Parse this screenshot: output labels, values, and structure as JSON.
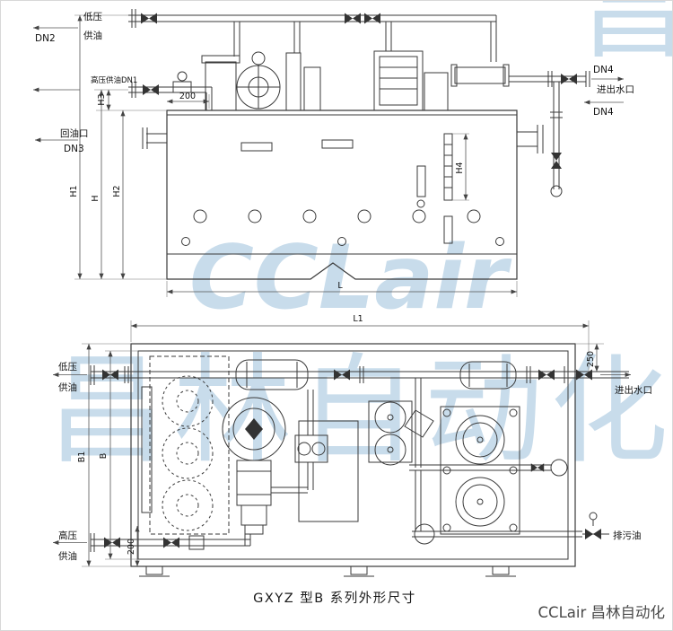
{
  "colors": {
    "line": "#3a3a3a",
    "dimension": "#555555",
    "watermark": "#b3cfe4",
    "caption": "#1a1a1a",
    "credit": "#4a4a4a",
    "background": "#ffffff"
  },
  "watermark": {
    "brand": "CCLair",
    "cn": "昌林自动化",
    "corner": "昌"
  },
  "front": {
    "low_pressure": "低压",
    "supply_oil": "供油",
    "dn2": "DN2",
    "hp_supply": "高压供油DN1",
    "dim_h3": "H3",
    "dim_200": "200",
    "return_port": "回油口",
    "dn3": "DN3",
    "dim_h1": "H1",
    "dim_h": "H",
    "dim_h2": "H2",
    "dim_h4": "H4",
    "dim_l": "L",
    "dn4_top": "DN4",
    "water_port": "进出水口",
    "dn4_bottom": "DN4"
  },
  "plan": {
    "dim_l1": "L1",
    "dim_250": "250",
    "water_port": "进出水口",
    "drain_oil": "排污油",
    "dim_b1": "B1",
    "dim_b": "B",
    "low_pressure": "低压",
    "supply_oil": "供油",
    "high_pressure": "高压",
    "supply_oil2": "供油",
    "dim_200": "200"
  },
  "caption": "GXYZ 型B 系列外形尺寸",
  "credit": "CCLair 昌林自动化"
}
